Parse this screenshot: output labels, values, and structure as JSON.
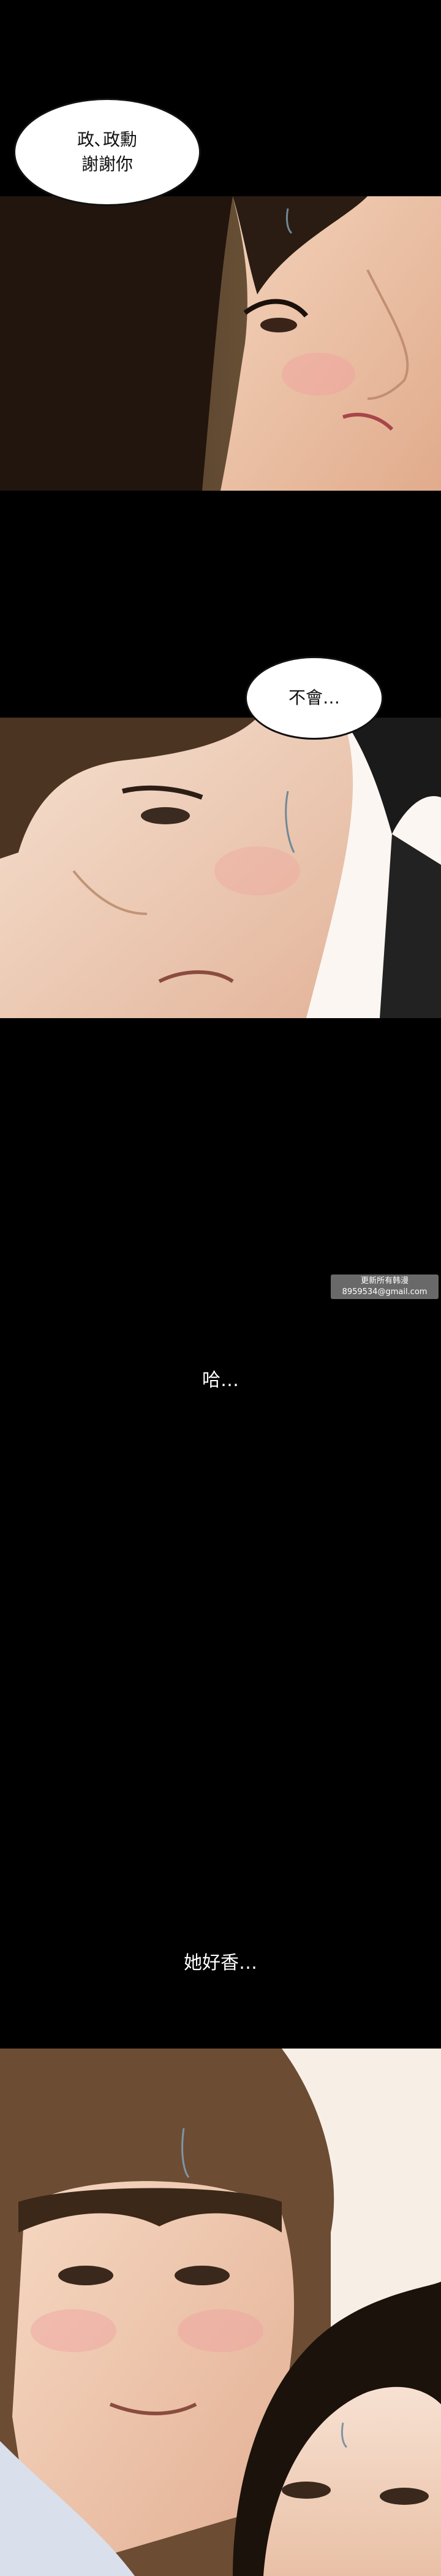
{
  "panels": [
    {
      "bubble_text": "政､政勳\n謝謝你"
    },
    {
      "bubble_text": "不會…"
    }
  ],
  "captions": [
    "哈…",
    "她好香…"
  ],
  "watermark": {
    "line1": "更新所有韩漫",
    "line2": "8959534@gmail.com"
  },
  "colors": {
    "background": "#000000",
    "skin": "#e9c4a8",
    "hair": "#2a1c12",
    "text": "#ffffff"
  }
}
